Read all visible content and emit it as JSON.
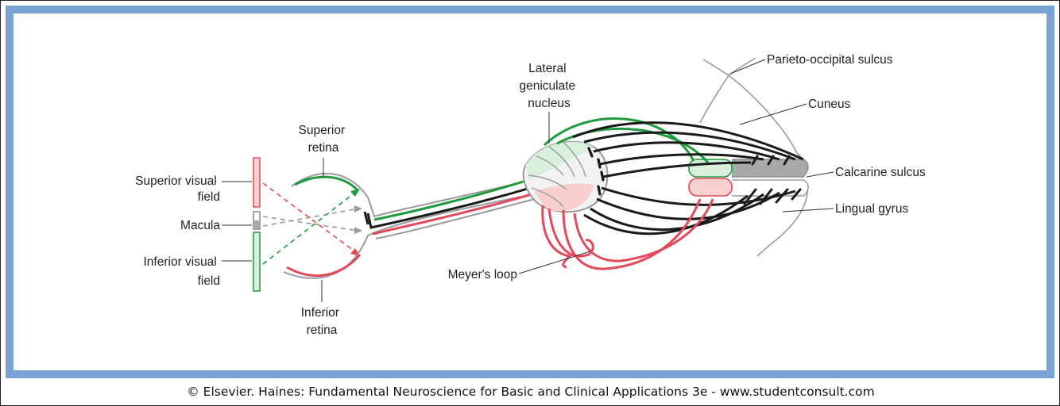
{
  "labels": {
    "superior_visual_field": [
      "Superior visual",
      "field"
    ],
    "macula": "Macula",
    "inferior_visual_field": [
      "Inferior visual",
      "field"
    ],
    "superior_retina": [
      "Superior",
      "retina"
    ],
    "inferior_retina": [
      "Inferior",
      "retina"
    ],
    "lateral_geniculate_nucleus": [
      "Lateral",
      "geniculate",
      "nucleus"
    ],
    "meyers_loop": "Meyer's loop",
    "parieto_occipital_sulcus": "Parieto-occipital sulcus",
    "cuneus": "Cuneus",
    "calcarine_sulcus": "Calcarine sulcus",
    "lingual_gyrus": "Lingual gyrus"
  },
  "credit": "© Elsevier. Haines: Fundamental Neuroscience for Basic and Clinical Applications 3e - www.studentconsult.com",
  "colors": {
    "frame_border": "#7aa2d4",
    "superior_pathway": "#1f9a3c",
    "inferior_pathway": "#e5485a",
    "macular_pathway": "#1a1a1a",
    "outline": "#9a9a9a",
    "superior_fill": "#d8f0dc",
    "inferior_fill": "#f7cfcf",
    "macular_fill": "#a9a9ab"
  }
}
